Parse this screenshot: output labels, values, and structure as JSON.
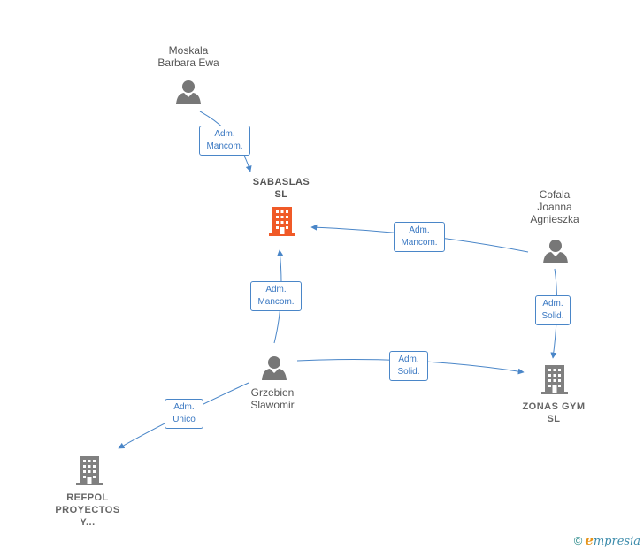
{
  "nodes": {
    "moskala": {
      "label_1": "Moskala",
      "label_2": "Barbara Ewa",
      "icon": "person-icon"
    },
    "sabaslas": {
      "label_1": "SABASLAS",
      "label_2": "SL",
      "icon": "building-icon",
      "color": "#f05a28"
    },
    "cofala": {
      "label_1": "Cofala",
      "label_2": "Joanna",
      "label_3": "Agnieszka",
      "icon": "person-icon"
    },
    "grzebien": {
      "label_1": "Grzebien",
      "label_2": "Slawomir",
      "icon": "person-icon"
    },
    "zonas": {
      "label_1": "ZONAS GYM",
      "label_2": "SL",
      "icon": "building-icon",
      "color": "#808080"
    },
    "refpol": {
      "label_1": "REFPOL",
      "label_2": "PROYECTOS",
      "label_3": "Y...",
      "icon": "building-icon",
      "color": "#808080"
    }
  },
  "edges": {
    "moskala_sabaslas": {
      "line_1": "Adm.",
      "line_2": "Mancom."
    },
    "cofala_sabaslas": {
      "line_1": "Adm.",
      "line_2": "Mancom."
    },
    "grzebien_sabaslas": {
      "line_1": "Adm.",
      "line_2": "Mancom."
    },
    "cofala_zonas": {
      "line_1": "Adm.",
      "line_2": "Solid."
    },
    "grzebien_zonas": {
      "line_1": "Adm.",
      "line_2": "Solid."
    },
    "grzebien_refpol": {
      "line_1": "Adm.",
      "line_2": "Unico"
    }
  },
  "footer": {
    "copyright": "©",
    "brand_initial": "e",
    "brand_rest": "mpresia"
  },
  "colors": {
    "edge": "#4a86c8",
    "person": "#777777",
    "main_company": "#f05a28",
    "company": "#808080"
  }
}
